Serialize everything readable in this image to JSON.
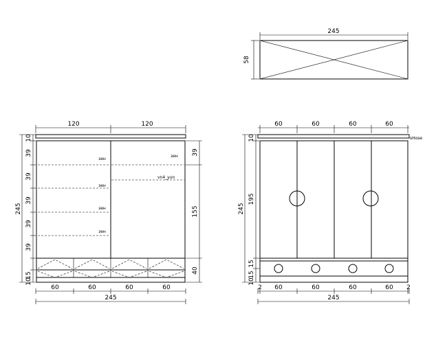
{
  "top_view": {
    "width": "245",
    "depth": "58"
  },
  "front_view": {
    "top_widths": [
      "120",
      "120"
    ],
    "left_heights": [
      "10",
      "39",
      "39",
      "39",
      "39",
      "39",
      "15",
      "10"
    ],
    "right_heights": [
      "39",
      "155",
      "40"
    ],
    "bottom_widths": [
      "60",
      "60",
      "60",
      "60"
    ],
    "total_width": "245",
    "total_height": "245",
    "labels": {
      "shelf_1": "зен",
      "shelf_2": "зен",
      "shelf_3": "зен",
      "shelf_4": "зен",
      "right_shelf": "зен",
      "rail": "vn4_yun"
    }
  },
  "door_view": {
    "top_widths": [
      "60",
      "60",
      "60",
      "60"
    ],
    "top_label": "sHose",
    "left_heights": [
      "10",
      "195",
      "15",
      "15",
      "10"
    ],
    "bottom_edge_left": "2",
    "bottom_widths": [
      "60",
      "60",
      "60",
      "60"
    ],
    "bottom_edge_right": "2",
    "total_width": "245",
    "total_height": "245"
  }
}
